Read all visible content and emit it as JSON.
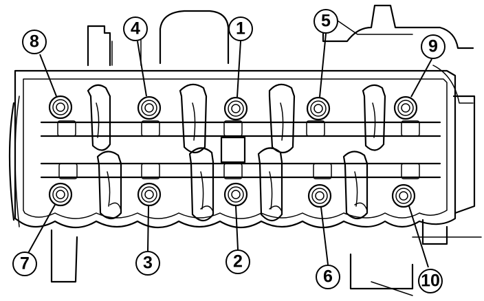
{
  "bolt_sequence": [
    {
      "label": "1"
    },
    {
      "label": "2"
    },
    {
      "label": "3"
    },
    {
      "label": "4"
    },
    {
      "label": "5"
    },
    {
      "label": "6"
    },
    {
      "label": "7"
    },
    {
      "label": "8"
    },
    {
      "label": "9"
    },
    {
      "label": "10"
    }
  ],
  "colors": {
    "ink": "#000000",
    "paper": "#ffffff"
  }
}
